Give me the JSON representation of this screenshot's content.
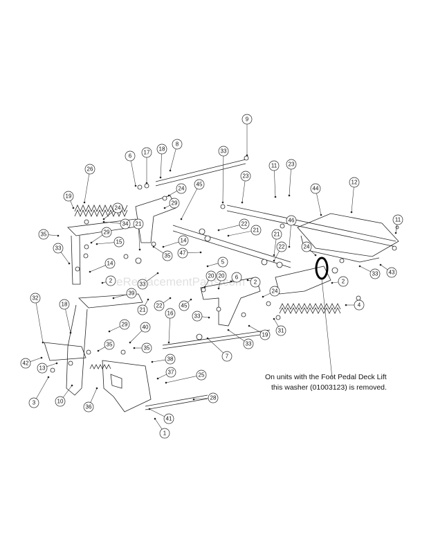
{
  "watermark": "eReplacementParts.com",
  "note": {
    "line1": "On units with the Foot Pedal Deck Lift",
    "line2": "this washer (01003123) is removed."
  },
  "callouts": [
    {
      "label": "9"
    },
    {
      "label": "26"
    },
    {
      "label": "6"
    },
    {
      "label": "17"
    },
    {
      "label": "18"
    },
    {
      "label": "8"
    },
    {
      "label": "33"
    },
    {
      "label": "11"
    },
    {
      "label": "23"
    },
    {
      "label": "23"
    },
    {
      "label": "12"
    },
    {
      "label": "44"
    },
    {
      "label": "19"
    },
    {
      "label": "24"
    },
    {
      "label": "45"
    },
    {
      "label": "24"
    },
    {
      "label": "29"
    },
    {
      "label": "34"
    },
    {
      "label": "11"
    },
    {
      "label": "35"
    },
    {
      "label": "29"
    },
    {
      "label": "15"
    },
    {
      "label": "21"
    },
    {
      "label": "22"
    },
    {
      "label": "21"
    },
    {
      "label": "46"
    },
    {
      "label": "33"
    },
    {
      "label": "35"
    },
    {
      "label": "14"
    },
    {
      "label": "47"
    },
    {
      "label": "21"
    },
    {
      "label": "22"
    },
    {
      "label": "24"
    },
    {
      "label": "43"
    },
    {
      "label": "14"
    },
    {
      "label": "5"
    },
    {
      "label": "33"
    },
    {
      "label": "2"
    },
    {
      "label": "33"
    },
    {
      "label": "20"
    },
    {
      "label": "20"
    },
    {
      "label": "6"
    },
    {
      "label": "2"
    },
    {
      "label": "32"
    },
    {
      "label": "39"
    },
    {
      "label": "24"
    },
    {
      "label": "2"
    },
    {
      "label": "21"
    },
    {
      "label": "22"
    },
    {
      "label": "45"
    },
    {
      "label": "4"
    },
    {
      "label": "18"
    },
    {
      "label": "16"
    },
    {
      "label": "33"
    },
    {
      "label": "7"
    },
    {
      "label": "19"
    },
    {
      "label": "31"
    },
    {
      "label": "29"
    },
    {
      "label": "40"
    },
    {
      "label": "35"
    },
    {
      "label": "35"
    },
    {
      "label": "33"
    },
    {
      "label": "42"
    },
    {
      "label": "13"
    },
    {
      "label": "38"
    },
    {
      "label": "37"
    },
    {
      "label": "25"
    },
    {
      "label": "3"
    },
    {
      "label": "10"
    },
    {
      "label": "36"
    },
    {
      "label": "28"
    },
    {
      "label": "41"
    },
    {
      "label": "1"
    }
  ]
}
